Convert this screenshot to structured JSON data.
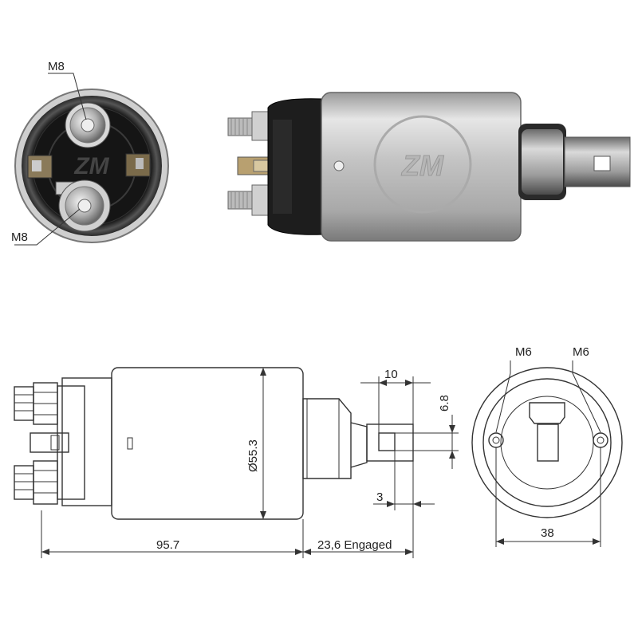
{
  "photo_front": {
    "label_top": "M8",
    "label_bottom": "M8"
  },
  "drawing_side": {
    "dim_length": "95.7",
    "dim_engaged": "23,6 Engaged",
    "dim_diameter": "Ø55.3",
    "dim_10": "10",
    "dim_6_8": "6.8",
    "dim_3": "3"
  },
  "drawing_end": {
    "label_left": "M6",
    "label_right": "M6",
    "dim_38": "38"
  },
  "colors": {
    "line": "#333333",
    "metal": "#c8c8c8",
    "dark": "#1a1a1a"
  }
}
